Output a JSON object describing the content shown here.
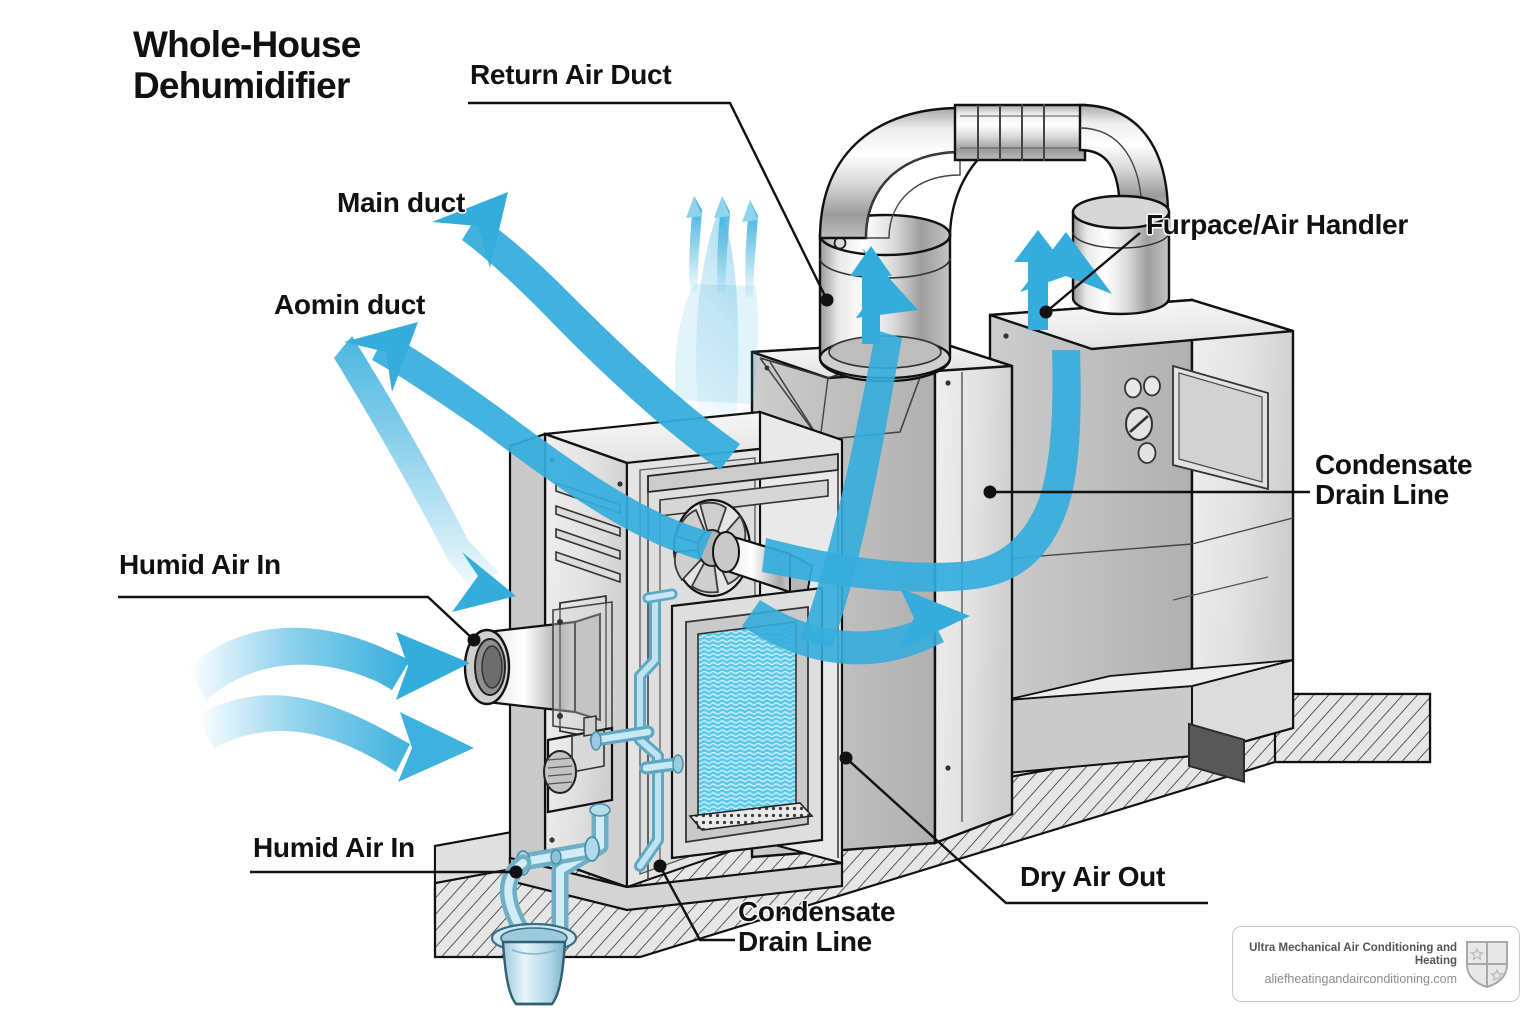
{
  "title": {
    "line1": "Whole-House",
    "line2": "Dehumidifier"
  },
  "labels": {
    "return_air_duct": "Return Air Duct",
    "main_duct": "Main duct",
    "aomin_duct": "Aomin duct",
    "furnace_air_handler": "Furpace/Air Handler",
    "condensate_drain_line_right": "Condensate\nDrain Line",
    "humid_air_in_top": "Humid Air In",
    "humid_air_in_bottom": "Humid Air In",
    "condensate_drain_line_bottom": "Condensate\nDrain Line",
    "dry_air_out": "Dry Air Out"
  },
  "watermark": {
    "company": "Ultra Mechanical Air Conditioning and\nHeating",
    "url": "aliefheatingandairconditioning.com",
    "logo_icon": "shield-crest-icon"
  },
  "colors": {
    "airflow_blue": "#35ADDC",
    "airflow_blue_light": "#8FD4EC",
    "coil_cyan": "#5FC8E8",
    "drain_pipe_blue": "#A8D7E8",
    "metal_light": "#f2f2f2",
    "metal_mid": "#d9d9d9",
    "metal_dark": "#b6b6b6",
    "outline": "#111111",
    "label_text": "#111111",
    "watermark_border": "#c9c9c9"
  },
  "components": {
    "dehumidifier_cabinet": "dehumidifier-cabinet",
    "plenum_box": "plenum-box",
    "furnace_cabinet": "furnace-air-handler-cabinet",
    "return_duct_pipe": "return-air-duct-pipe",
    "inlet_collar": "humid-air-inlet-collar",
    "blower_fan": "blower-fan-wheel",
    "evaporator_coil": "evaporator-coil",
    "compressor": "compressor-unit",
    "drain_piping": "condensate-drain-piping",
    "drain_bucket": "condensate-drain-bucket",
    "concrete_pad": "concrete-pad",
    "louver_vent": "louver-vent-panel",
    "control_panel": "furnace-control-panel",
    "control_display": "furnace-display-window",
    "control_knob": "furnace-control-knob"
  }
}
